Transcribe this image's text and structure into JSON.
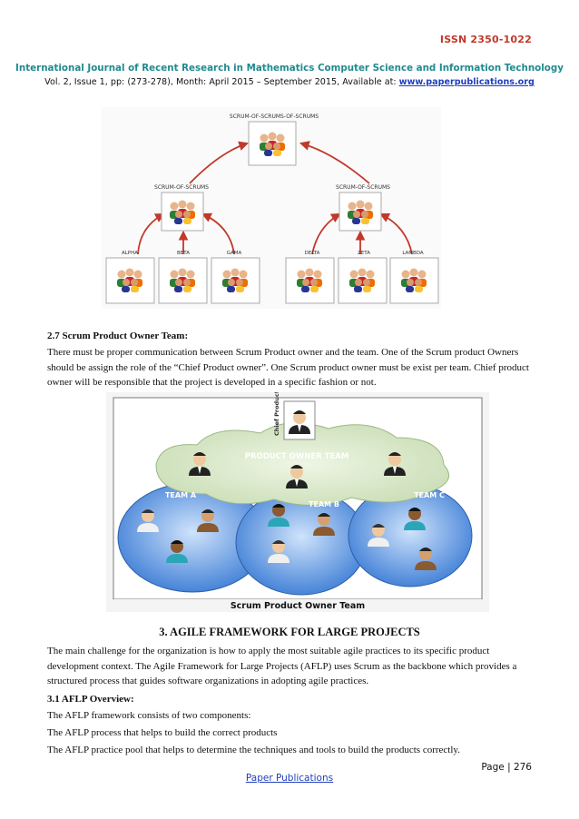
{
  "header": {
    "issn": "ISSN 2350-1022",
    "journal": "International Journal of Recent Research in Mathematics Computer Science and Information Technology",
    "volume_text": "Vol. 2, Issue 1, pp: (273-278), Month: April 2015 – September 2015, Available at: ",
    "website": "www.paperpublications.org"
  },
  "figure1": {
    "top": "SCRUM-OF-SCRUMS-OF-SCRUMS",
    "left_group": "SCRUM-OF-SCRUMS",
    "right_group": "SCRUM-OF-SCRUMS",
    "teams": [
      "ALPHA",
      "BETA",
      "GAMA",
      "DELTA",
      "ZETA",
      "LAMBDA"
    ]
  },
  "section27": {
    "heading": "2.7 Scrum Product Owner Team:",
    "lines": [
      "There must be proper communication between Scrum Product owner and the team. One of the Scrum product Owners",
      "should be assign the role of the “Chief Product owner”. One Scrum product owner must be exist per team. Chief product",
      "owner will be responsible that the project is developed in a specific fashion or not."
    ]
  },
  "figure2": {
    "chief": "Chief Product Owner",
    "cloud": "PRODUCT OWNER TEAM",
    "team_a": "TEAM A",
    "team_b": "TEAM B",
    "team_c": "TEAM C",
    "caption": "Scrum Product Owner Team"
  },
  "section3": {
    "title": "3.   AGILE FRAMEWORK FOR LARGE PROJECTS",
    "lines": [
      "The main challenge for the organization is how to apply the most suitable agile practices to its specific product",
      "development context. The Agile Framework for Large Projects (AFLP) uses Scrum as the backbone which provides a",
      "structured process that guides software organizations in adopting agile practices."
    ]
  },
  "section31": {
    "heading": "3.1 AFLP Overview:",
    "line1": "The AFLP framework consists of two components:",
    "line2": "The AFLP process that helps to build the correct products",
    "line3": "The AFLP practice pool that helps to determine the techniques and tools to build the products correctly."
  },
  "footer": {
    "page": "Page | 276",
    "publisher": "Paper Publications"
  }
}
